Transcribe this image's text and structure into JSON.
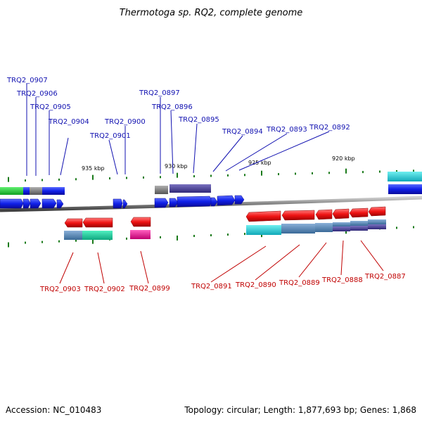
{
  "title": "Thermotoga sp. RQ2, complete genome",
  "footer": {
    "accession": "Accession: NC_010483",
    "summary": "Topology: circular; Length: 1,877,693 bp; Genes: 1,868"
  },
  "scale_labels": [
    "935 kbp",
    "930 kbp",
    "925 kbp",
    "920 kbp"
  ],
  "top_gene_labels": [
    "TRQ2_0907",
    "TRQ2_0906",
    "TRQ2_0905",
    "TRQ2_0904",
    "TRQ2_0901",
    "TRQ2_0900",
    "TRQ2_0897",
    "TRQ2_0896",
    "TRQ2_0895",
    "TRQ2_0894",
    "TRQ2_0893",
    "TRQ2_0892"
  ],
  "bottom_gene_labels": [
    "TRQ2_0903",
    "TRQ2_0902",
    "TRQ2_0899",
    "TRQ2_0891",
    "TRQ2_0890",
    "TRQ2_0889",
    "TRQ2_0888",
    "TRQ2_0887"
  ],
  "colors": {
    "forward_gene": "#0a1ee6",
    "reverse_gene": "#e61414",
    "backbone": "#7a7a7a",
    "tick": "#1a7a1a",
    "top_label": "#1010b0",
    "bottom_label": "#c00000"
  }
}
